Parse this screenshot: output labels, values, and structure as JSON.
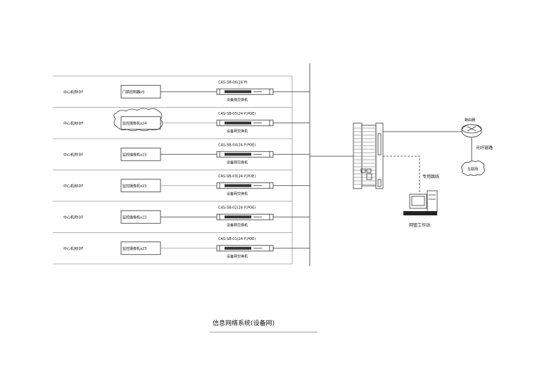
{
  "title": "信息网络系统(设备网)",
  "rows": [
    {
      "location": "中心机房IDF",
      "device": "门禁控制器x9",
      "switch_model": "CAS-SB-06(16 P)",
      "switch_name": "设备网交换机",
      "cloud": false
    },
    {
      "location": "中心机房IDF",
      "device": "监控摄像机x24",
      "switch_model": "CAS-SB-05(24 P,POE)",
      "switch_name": "设备网交换机",
      "cloud": true
    },
    {
      "location": "中心机房IDF",
      "device": "监控摄像机x23",
      "switch_model": "CAS-SB-04(24 P,POE)",
      "switch_name": "设备网交换机",
      "cloud": false
    },
    {
      "location": "中心机房IDF",
      "device": "监控摄像机x23",
      "switch_model": "CAS-SB-03(24 P,POE)",
      "switch_name": "设备网交换机",
      "cloud": false
    },
    {
      "location": "中心机房IDF",
      "device": "监控摄像机x23",
      "switch_model": "CAS-SB-02(24 P,POE)",
      "switch_name": "设备网交换机",
      "cloud": false
    },
    {
      "location": "中心机房IDF",
      "device": "监控摄像机x23",
      "switch_model": "CAS-SB-01(24 P,POE)",
      "switch_name": "设备网交换机",
      "cloud": false
    }
  ],
  "router": {
    "label": "路由器"
  },
  "fiber_link": "光纤链路",
  "internet": "互联网",
  "patch_cord": "专用跳线",
  "workstation": "网管工作站"
}
